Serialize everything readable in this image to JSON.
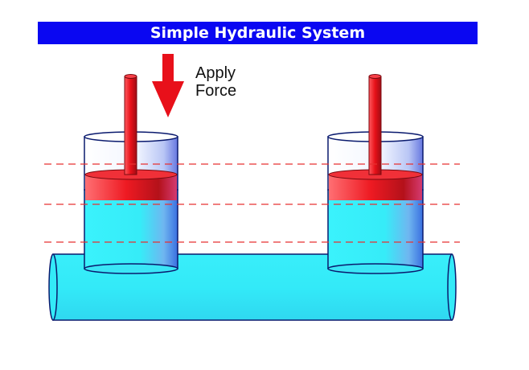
{
  "title": "Simple Hydraulic System",
  "annotation": {
    "line1": "Apply",
    "line2": "Force"
  },
  "colors": {
    "title_background": "#0a07f2",
    "title_text": "#ffffff",
    "fluid": "#33eefa",
    "piston": "#e8101a",
    "force_arrow": "#e8101a",
    "guide_lines": "#e83030",
    "outline": "#0a1a6e"
  }
}
